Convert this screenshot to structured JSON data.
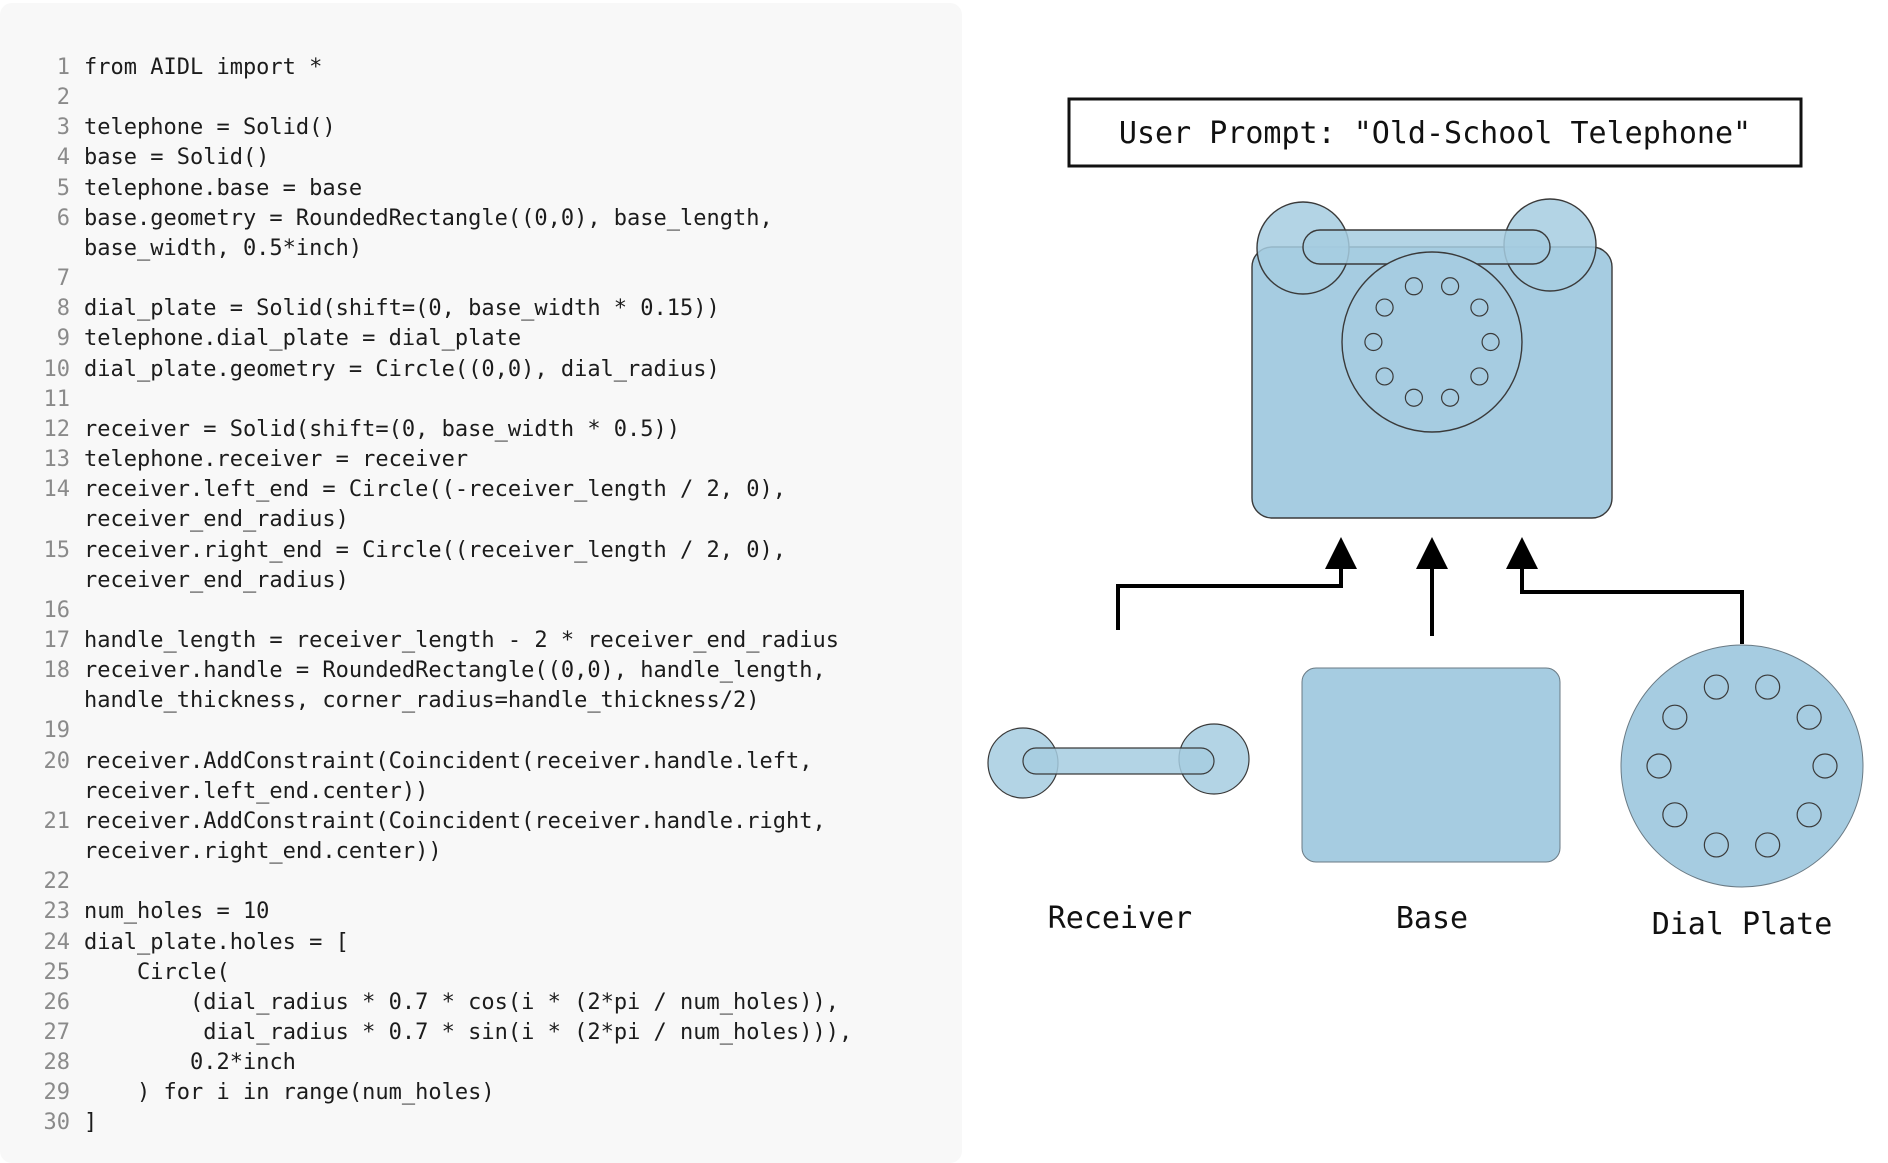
{
  "code_panel": {
    "lines": [
      {
        "n": "1",
        "text": "from AIDL import *"
      },
      {
        "n": "2",
        "text": ""
      },
      {
        "n": "3",
        "text": "telephone = Solid()"
      },
      {
        "n": "4",
        "text": "base = Solid()"
      },
      {
        "n": "5",
        "text": "telephone.base = base"
      },
      {
        "n": "6",
        "text": "base.geometry = RoundedRectangle((0,0), base_length,\nbase_width, 0.5*inch)"
      },
      {
        "n": "7",
        "text": ""
      },
      {
        "n": "8",
        "text": "dial_plate = Solid(shift=(0, base_width * 0.15))"
      },
      {
        "n": "9",
        "text": "telephone.dial_plate = dial_plate"
      },
      {
        "n": "10",
        "text": "dial_plate.geometry = Circle((0,0), dial_radius)"
      },
      {
        "n": "11",
        "text": ""
      },
      {
        "n": "12",
        "text": "receiver = Solid(shift=(0, base_width * 0.5))"
      },
      {
        "n": "13",
        "text": "telephone.receiver = receiver"
      },
      {
        "n": "14",
        "text": "receiver.left_end = Circle((-receiver_length / 2, 0),\nreceiver_end_radius)"
      },
      {
        "n": "15",
        "text": "receiver.right_end = Circle((receiver_length / 2, 0),\nreceiver_end_radius)"
      },
      {
        "n": "16",
        "text": ""
      },
      {
        "n": "17",
        "text": "handle_length = receiver_length - 2 * receiver_end_radius"
      },
      {
        "n": "18",
        "text": "receiver.handle = RoundedRectangle((0,0), handle_length,\nhandle_thickness, corner_radius=handle_thickness/2)"
      },
      {
        "n": "19",
        "text": ""
      },
      {
        "n": "20",
        "text": "receiver.AddConstraint(Coincident(receiver.handle.left,\nreceiver.left_end.center))"
      },
      {
        "n": "21",
        "text": "receiver.AddConstraint(Coincident(receiver.handle.right,\nreceiver.right_end.center))"
      },
      {
        "n": "22",
        "text": ""
      },
      {
        "n": "23",
        "text": "num_holes = 10"
      },
      {
        "n": "24",
        "text": "dial_plate.holes = ["
      },
      {
        "n": "25",
        "text": "    Circle("
      },
      {
        "n": "26",
        "text": "        (dial_radius * 0.7 * cos(i * (2*pi / num_holes)),"
      },
      {
        "n": "27",
        "text": "         dial_radius * 0.7 * sin(i * (2*pi / num_holes))),"
      },
      {
        "n": "28",
        "text": "        0.2*inch"
      },
      {
        "n": "29",
        "text": "    ) for i in range(num_holes)"
      },
      {
        "n": "30",
        "text": "]"
      }
    ]
  },
  "diagram": {
    "prompt_label": "User Prompt: \"Old-School Telephone\"",
    "components": {
      "receiver": "Receiver",
      "base": "Base",
      "dial_plate": "Dial Plate"
    },
    "dial_hole_count": 10,
    "dial_hole_ratio": 0.7,
    "colors": {
      "part_fill": "#a6cce1",
      "part_stroke": "#3a3a3a",
      "arrow": "#000000",
      "code_bg": "#f8f8f8",
      "line_number": "#8a8a8a"
    }
  }
}
